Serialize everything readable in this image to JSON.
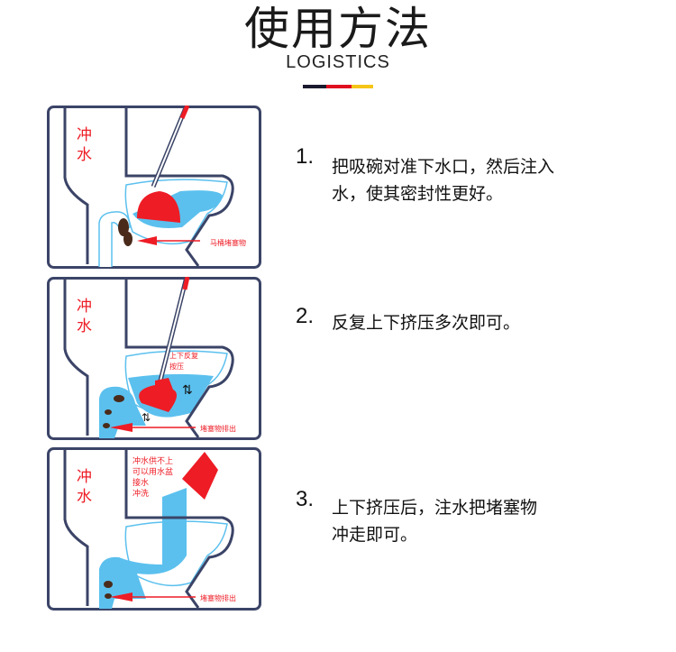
{
  "header": {
    "title": "使用方法",
    "subtitle": "LOGISTICS",
    "accent_colors": [
      "#1a1a2e",
      "#e01020",
      "#f5c518"
    ]
  },
  "panels": [
    {
      "tank_label_1": "冲",
      "tank_label_2": "水",
      "arrow_label": "马桶堵塞物"
    },
    {
      "tank_label_1": "冲",
      "tank_label_2": "水",
      "action_label_1": "上下反复",
      "action_label_2": "按压",
      "arrow_label": "堵塞物排出"
    },
    {
      "tank_label_1": "冲",
      "tank_label_2": "水",
      "note_lines": [
        "冲水供不上",
        "可以用水盆",
        "接水",
        "冲洗"
      ],
      "arrow_label": "堵塞物排出"
    }
  ],
  "steps": [
    {
      "number": "1.",
      "lines": [
        "把吸碗对准下水口，然后注入",
        "水，使其密封性更好。"
      ]
    },
    {
      "number": "2.",
      "lines": [
        "反复上下挤压多次即可。"
      ]
    },
    {
      "number": "3.",
      "lines": [
        "上下挤压后，注水把堵塞物",
        "冲走即可。"
      ]
    }
  ],
  "colors": {
    "frame": "#3b4467",
    "red": "#ee1c25",
    "water": "#5bc0ee",
    "water_line": "#3aa8e0"
  }
}
